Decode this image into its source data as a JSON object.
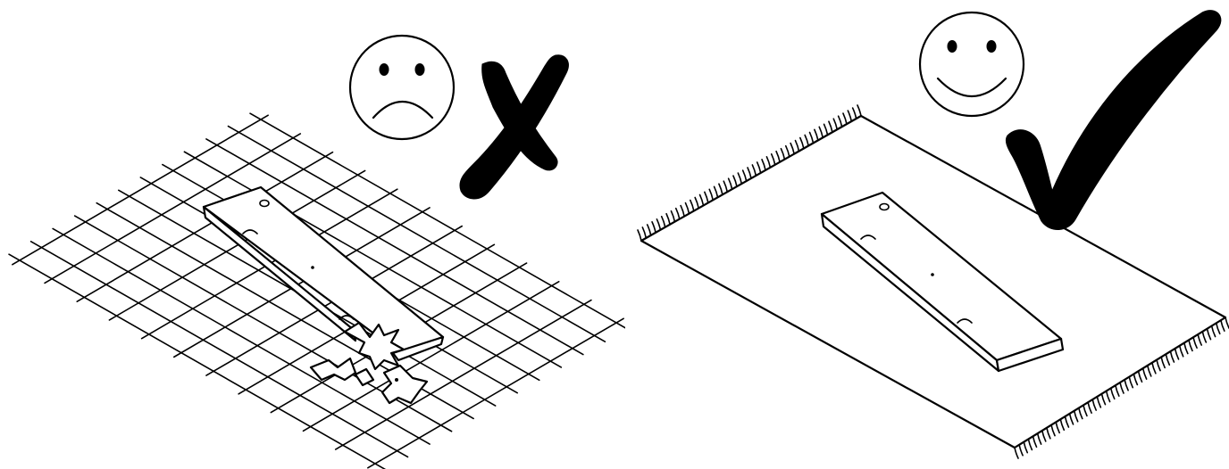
{
  "panels": [
    {
      "verdict": "wrong",
      "surface": "grid-floor",
      "face_icon": "sad-face-icon",
      "mark_icon": "cross-mark-icon",
      "item_state": "broken"
    },
    {
      "verdict": "correct",
      "surface": "rug",
      "face_icon": "happy-face-icon",
      "mark_icon": "check-mark-icon",
      "item_state": "intact"
    }
  ],
  "colors": {
    "ink": "#000000",
    "background": "#ffffff"
  }
}
